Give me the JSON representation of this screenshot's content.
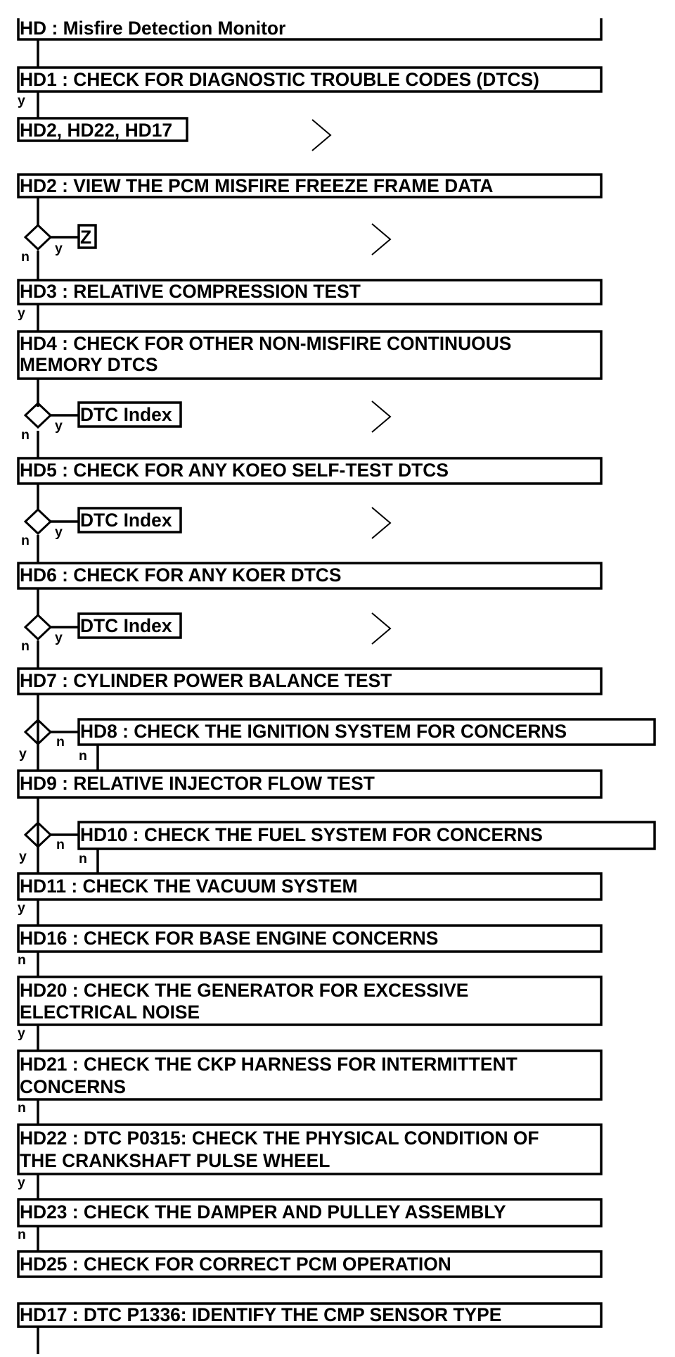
{
  "flowchart": {
    "title_box": {
      "text": "HD : Misfire Detection Monitor"
    },
    "steps": [
      {
        "id": "hd1",
        "lines": [
          "HD1 : CHECK FOR DIAGNOSTIC TROUBLE CODES (DTCS)"
        ]
      },
      {
        "id": "hd2",
        "lines": [
          "HD2 : VIEW THE PCM MISFIRE FREEZE FRAME DATA"
        ]
      },
      {
        "id": "hd3",
        "lines": [
          "HD3 : RELATIVE COMPRESSION TEST"
        ]
      },
      {
        "id": "hd4",
        "lines": [
          "HD4 : CHECK FOR OTHER NON-MISFIRE CONTINUOUS",
          "MEMORY DTCS"
        ]
      },
      {
        "id": "hd5",
        "lines": [
          "HD5 : CHECK FOR ANY KOEO SELF-TEST DTCS"
        ]
      },
      {
        "id": "hd6",
        "lines": [
          "HD6 : CHECK FOR ANY KOER DTCS"
        ]
      },
      {
        "id": "hd7",
        "lines": [
          "HD7 : CYLINDER POWER BALANCE TEST"
        ]
      },
      {
        "id": "hd8",
        "lines": [
          "HD8 : CHECK THE IGNITION SYSTEM FOR CONCERNS"
        ]
      },
      {
        "id": "hd9",
        "lines": [
          "HD9 : RELATIVE INJECTOR FLOW TEST"
        ]
      },
      {
        "id": "hd10",
        "lines": [
          "HD10 : CHECK THE FUEL SYSTEM FOR CONCERNS"
        ]
      },
      {
        "id": "hd11",
        "lines": [
          "HD11 : CHECK THE VACUUM SYSTEM"
        ]
      },
      {
        "id": "hd16",
        "lines": [
          "HD16 : CHECK FOR BASE ENGINE CONCERNS"
        ]
      },
      {
        "id": "hd20",
        "lines": [
          "HD20 : CHECK THE GENERATOR FOR EXCESSIVE",
          "ELECTRICAL NOISE"
        ]
      },
      {
        "id": "hd21",
        "lines": [
          "HD21 : CHECK THE CKP HARNESS FOR INTERMITTENT",
          "CONCERNS"
        ]
      },
      {
        "id": "hd22",
        "lines": [
          "HD22 : DTC P0315: CHECK THE PHYSICAL CONDITION OF",
          "THE CRANKSHAFT PULSE WHEEL"
        ]
      },
      {
        "id": "hd23",
        "lines": [
          "HD23 : CHECK THE DAMPER AND PULLEY ASSEMBLY"
        ]
      },
      {
        "id": "hd25",
        "lines": [
          "HD25 : CHECK FOR CORRECT PCM OPERATION"
        ]
      },
      {
        "id": "hd17",
        "lines": [
          "HD17 : DTC P1336: IDENTIFY THE CMP SENSOR TYPE"
        ]
      }
    ],
    "branch_targets": {
      "hd1_yes": "HD2, HD22, HD17",
      "hd2_yes": "Z",
      "hd4_yes": "DTC Index",
      "hd5_yes": "DTC Index",
      "hd6_yes": "DTC Index"
    },
    "edge_labels": {
      "yes": "y",
      "no": "n"
    }
  }
}
